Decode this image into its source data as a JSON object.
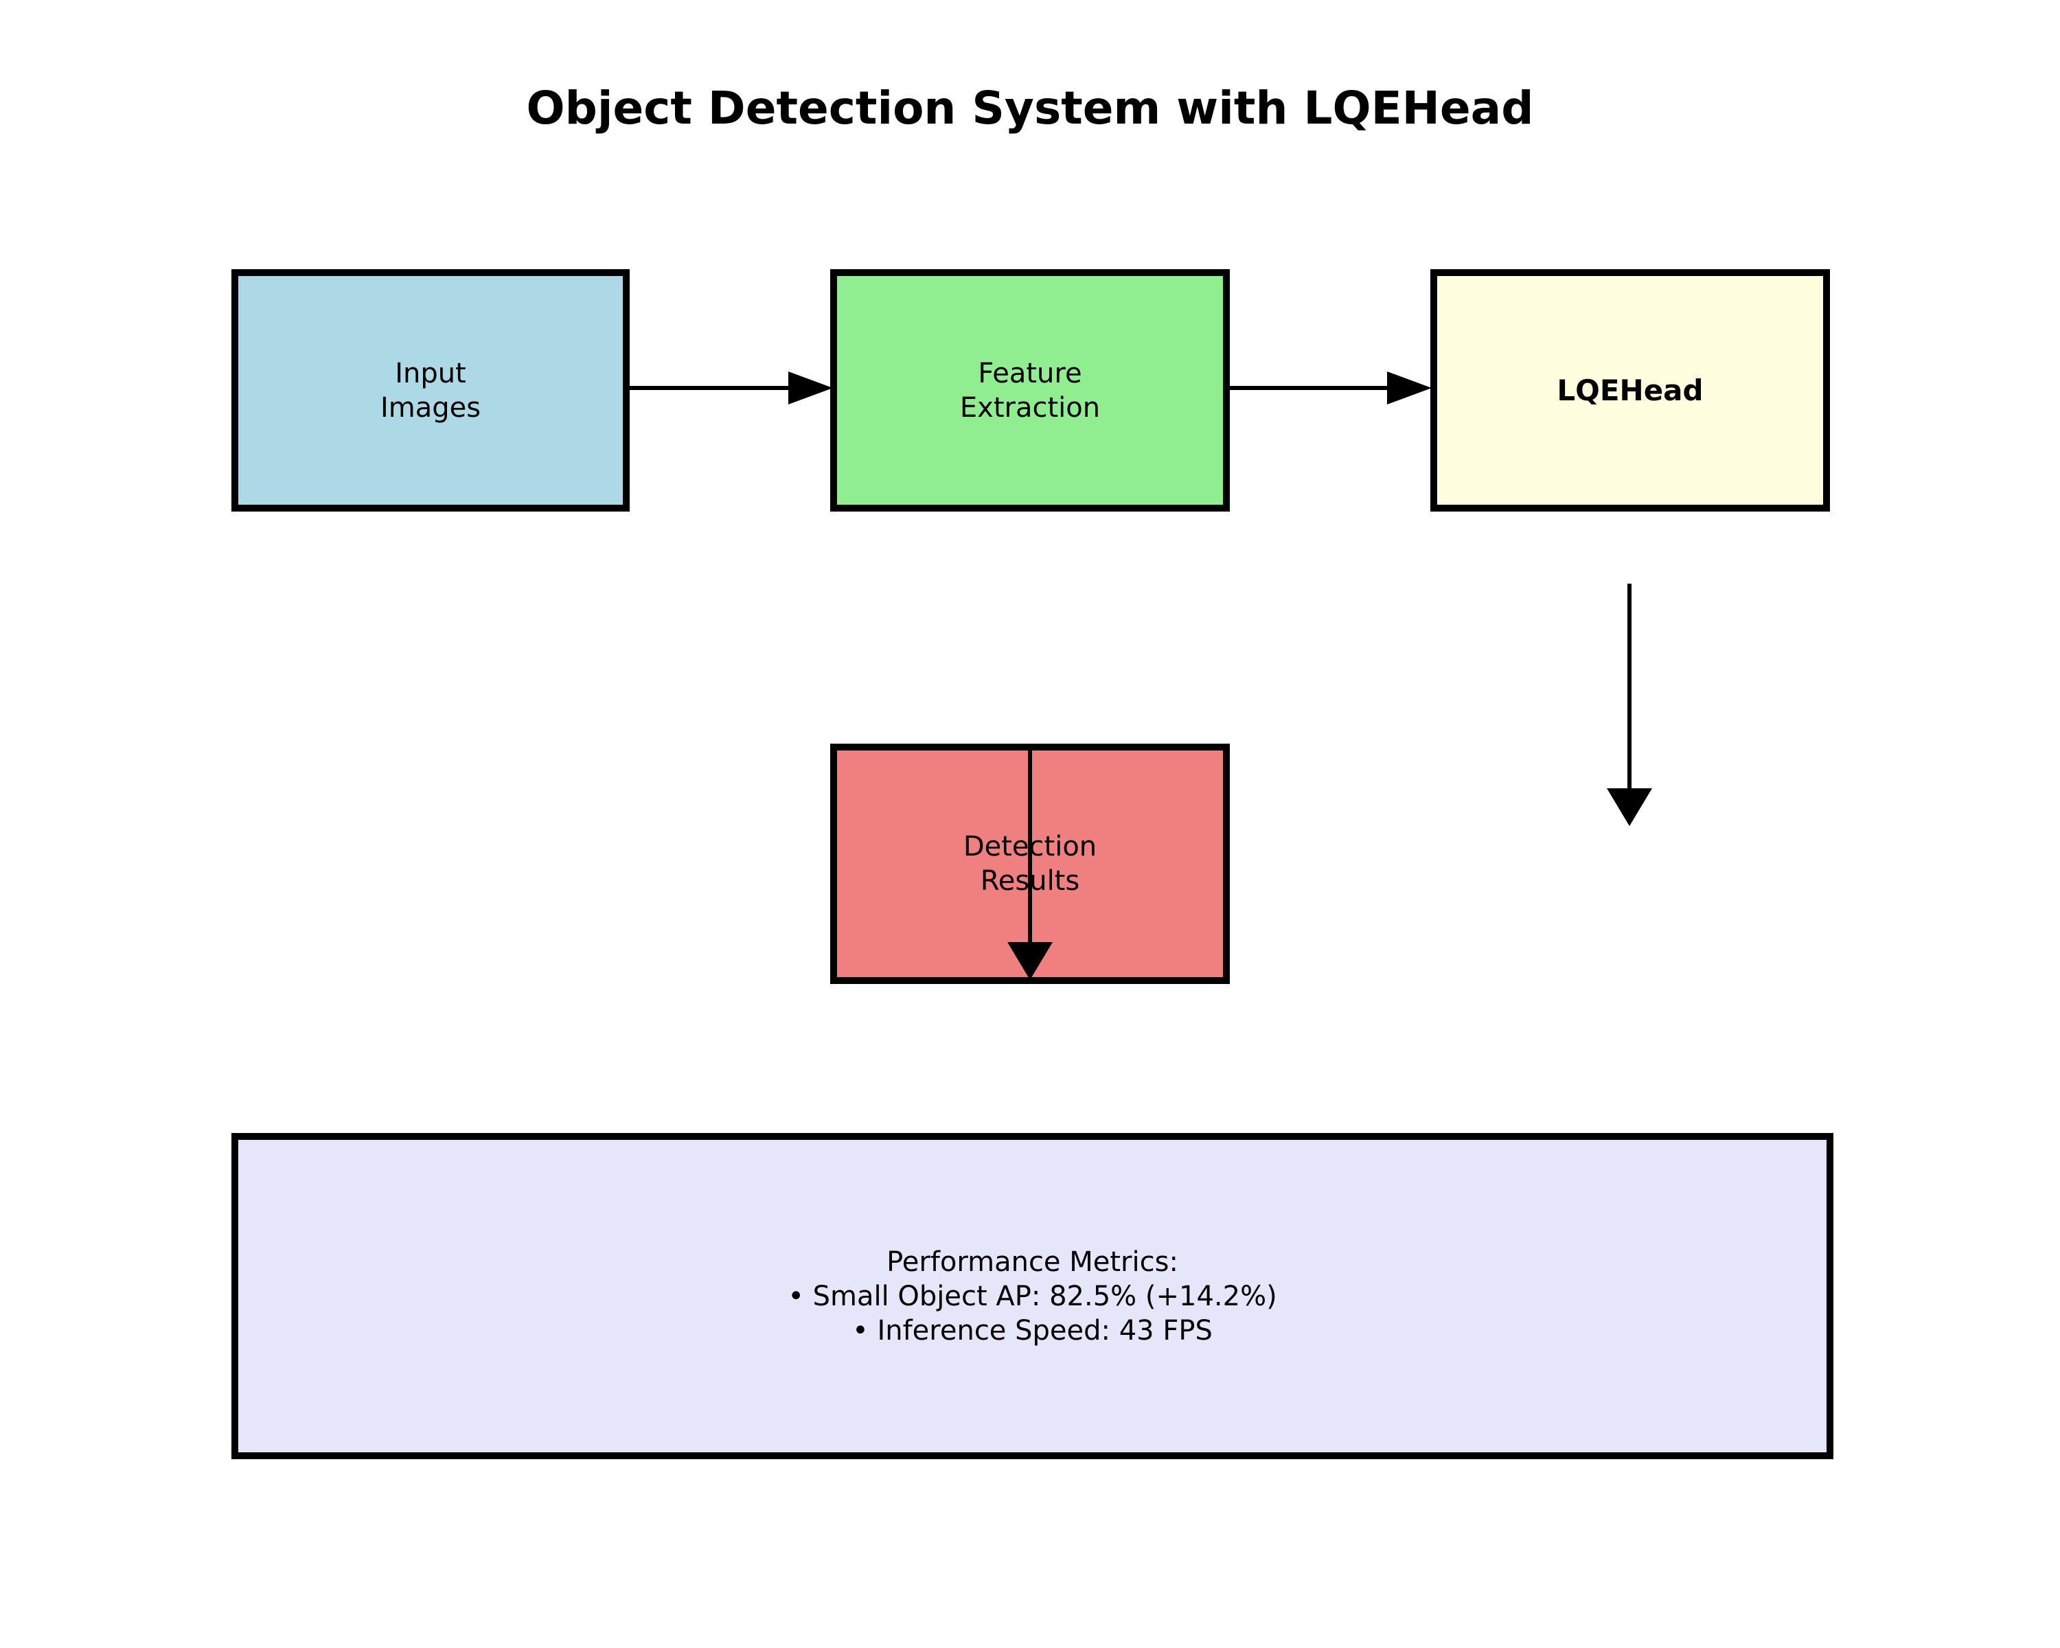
{
  "title": "Object Detection System with LQEHead",
  "nodes": {
    "input": {
      "label": "Input\nImages",
      "color": "#ADD8E6"
    },
    "feature": {
      "label": "Feature\nExtraction",
      "color": "#90EE90"
    },
    "lqehead": {
      "label": "LQEHead",
      "color": "#FFFFE0"
    },
    "results": {
      "label": "Detection\nResults",
      "color": "#F08080"
    }
  },
  "metrics": {
    "color": "#E6E6FA",
    "title": "Performance Metrics:",
    "items": [
      "• Small Object AP: 82.5% (+14.2%)",
      "• Inference Speed: 43 FPS"
    ]
  },
  "colors": {
    "background": "#FFFFFF",
    "border": "#000000",
    "arrow": "#000000",
    "text": "#000000"
  }
}
